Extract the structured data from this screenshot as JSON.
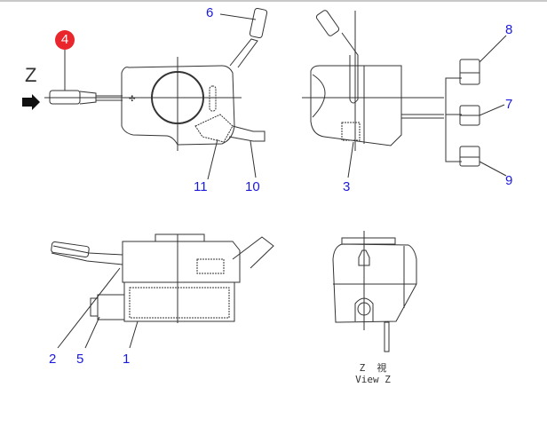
{
  "diagram": {
    "view_arrow_label": "Z",
    "view_caption_cn": "Z  視",
    "view_caption_en": "View Z",
    "highlighted_callout": "4",
    "highlight_color": "#e8262b",
    "callout_color": "#1a1add",
    "callouts": [
      "6",
      "11",
      "10",
      "8",
      "7",
      "3",
      "9",
      "2",
      "5",
      "1"
    ]
  }
}
